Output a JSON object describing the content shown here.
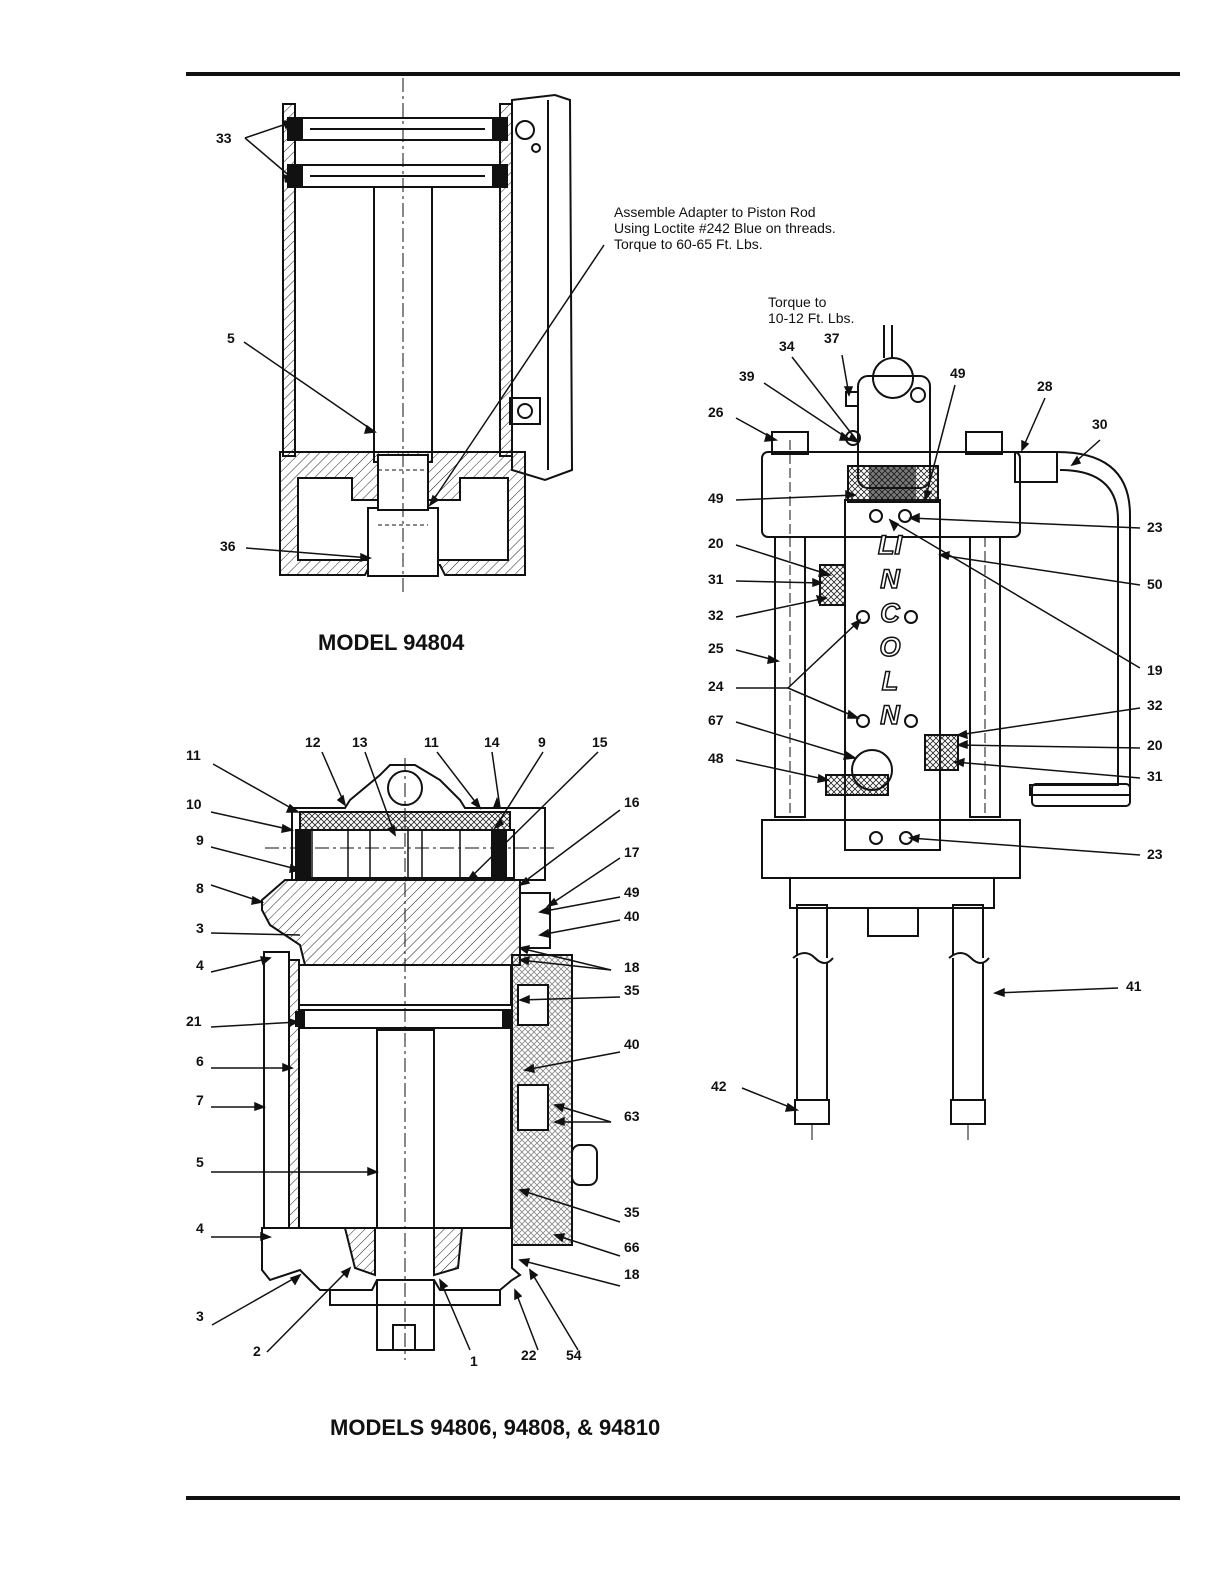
{
  "top_model": {
    "caption": "MODEL 94804"
  },
  "bottom_model": {
    "caption": "MODELS 94806, 94808, & 94810"
  },
  "notes": {
    "adapter": [
      "Assemble Adapter to Piston Rod",
      "Using Loctite #242 Blue on threads.",
      "Torque to 60-65 Ft. Lbs."
    ],
    "torque_small": [
      "Torque to",
      "10-12 Ft. Lbs."
    ]
  },
  "brand_lettering": "LINCOLN",
  "callouts": {
    "m94804": [
      "33",
      "5",
      "36"
    ],
    "right": [
      "37",
      "34",
      "39",
      "49",
      "28",
      "26",
      "30",
      "49",
      "23",
      "20",
      "50",
      "31",
      "32",
      "19",
      "25",
      "24",
      "32",
      "67",
      "20",
      "48",
      "31",
      "23",
      "41",
      "42"
    ],
    "bottom": [
      "12",
      "13",
      "11",
      "14",
      "9",
      "15",
      "11",
      "10",
      "16",
      "9",
      "17",
      "8",
      "49",
      "40",
      "3",
      "18",
      "4",
      "35",
      "21",
      "40",
      "6",
      "7",
      "63",
      "5",
      "35",
      "4",
      "66",
      "18",
      "3",
      "2",
      "1",
      "22",
      "54"
    ]
  }
}
